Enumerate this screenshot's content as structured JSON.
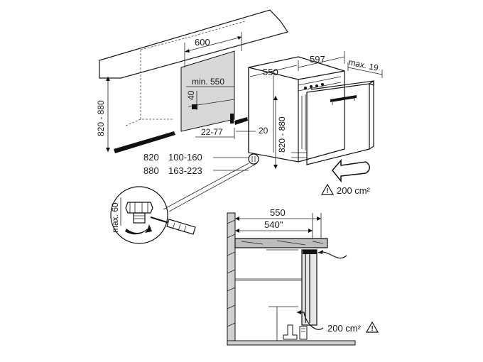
{
  "upper_view": {
    "niche_width": "600",
    "appliance_width": "597",
    "appliance_depth": "550",
    "max_offset": "max. 19",
    "niche_height": "820 - 880",
    "appliance_height": "820 - 880",
    "min_depth": "min. 550",
    "step_height": "40",
    "gap_range": "22-77",
    "gap_small": "20",
    "table_row_1": {
      "height": "820",
      "range": "100-160"
    },
    "table_row_2": {
      "height": "880",
      "range": "163-223"
    },
    "vent_area": "200 cm²",
    "screw_max": "max. 60"
  },
  "lower_view": {
    "depth_outer": "550",
    "depth_inner": "540\"",
    "vent_area": "200 cm²"
  },
  "colors": {
    "line": "#111111",
    "shade": "#d8d8d8",
    "wood": "#bdbdbd"
  },
  "icons": [
    "warning-icon",
    "screwdriver-icon",
    "rotate-arrow-icon",
    "airflow-arrow-icon"
  ]
}
